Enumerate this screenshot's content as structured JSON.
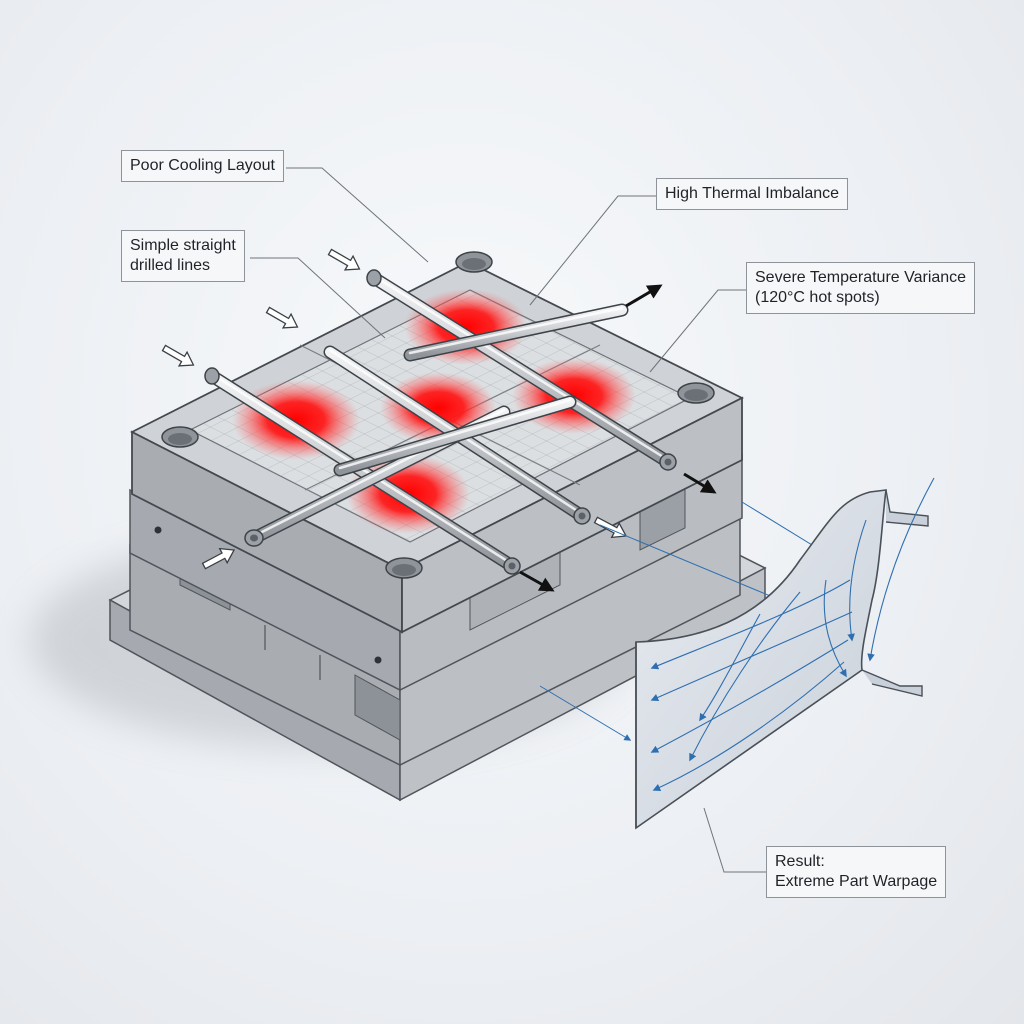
{
  "labels": {
    "poor_cooling": {
      "text": "Poor Cooling Layout"
    },
    "thermal_imbalance": {
      "text": "High Thermal Imbalance"
    },
    "simple_lines": {
      "line1": "Simple straight",
      "line2": "drilled lines"
    },
    "temp_variance": {
      "line1": "Severe Temperature Variance",
      "line2": "(120°C hot spots)"
    },
    "result": {
      "line1": "Result:",
      "line2": "Extreme Part Warpage"
    }
  },
  "colors": {
    "steel_top": "#cfd2d6",
    "steel_side_left": "#a9adb2",
    "steel_side_right": "#bcc0c5",
    "hot_spot": "#ff1a1a",
    "flow_line": "#2f6fb0",
    "leader": "#6f757c"
  },
  "icons": {
    "inlet_arrow": "hollow-arrow-icon",
    "outlet_arrow": "solid-arrow-icon"
  }
}
